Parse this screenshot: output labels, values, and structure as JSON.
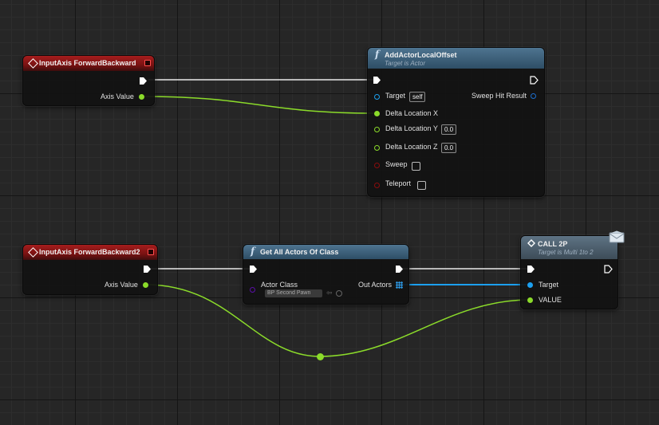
{
  "colors": {
    "exec": "#ffffff",
    "float_pin": "#8bdb2a",
    "object_pin": "#1ca0f0",
    "class_pin": "#5b0fa8",
    "bool_pin": "#8a0d0d",
    "event_header": "#8b1515",
    "function_header": "#3a6080"
  },
  "nodes": {
    "input1": {
      "title": "InputAxis ForwardBackward",
      "axis_value": "Axis Value",
      "icon": "event-diamond-icon"
    },
    "add_offset": {
      "title": "AddActorLocalOffset",
      "subtitle": "Target is Actor",
      "icon": "function-icon",
      "target_label": "Target",
      "target_value": "self",
      "sweep_hit_result": "Sweep Hit Result",
      "delta_x": "Delta Location X",
      "delta_y": "Delta Location Y",
      "delta_y_value": "0.0",
      "delta_z": "Delta Location Z",
      "delta_z_value": "0.0",
      "sweep": "Sweep",
      "teleport": "Teleport"
    },
    "input2": {
      "title": "InputAxis ForwardBackward2",
      "axis_value": "Axis Value",
      "icon": "event-diamond-icon"
    },
    "get_all": {
      "title": "Get All Actors Of Class",
      "icon": "function-icon",
      "actor_class": "Actor Class",
      "actor_class_value": "BP Second Pawn",
      "out_actors": "Out Actors"
    },
    "call2p": {
      "title": "CALL 2P",
      "subtitle": "Target is Multi 1to 2",
      "icon": "interface-message-icon",
      "target": "Target",
      "value": "VALUE"
    }
  }
}
